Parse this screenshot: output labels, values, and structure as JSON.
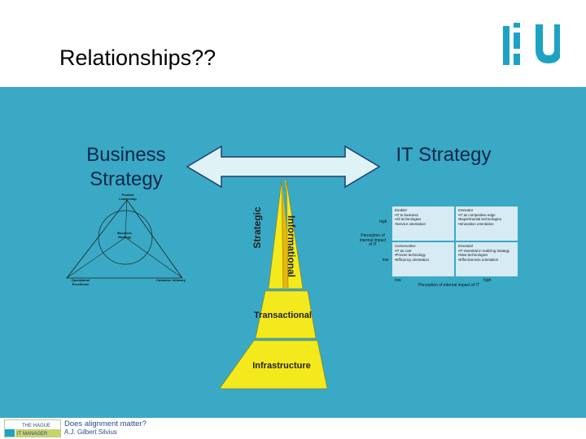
{
  "slide": {
    "title": "Relationships??",
    "business_label": "Business Strategy",
    "it_label": "IT Strategy",
    "pyramid": {
      "strategic": "Strategic",
      "informational": "Informational",
      "transactional": "Transactional",
      "infrastructure": "Infrastructure"
    },
    "triangle": {
      "top": "Product Leadership",
      "center": "Business Strategy",
      "left": "Operational Excellence",
      "right": "Customer Intimacy"
    },
    "matrix": {
      "cells": [
        {
          "title": "Enabler",
          "lines": [
            "•IT to business",
            "•All technologies",
            "•Service orientation"
          ]
        },
        {
          "title": "Innovator",
          "lines": [
            "•IT as competitive edge",
            "•Experimental technologies",
            "•Innovation orientation"
          ]
        },
        {
          "title": "Conservative",
          "lines": [
            "•IT as cost",
            "•Proven technology",
            "•Efficiency orientation"
          ]
        },
        {
          "title": "Essential",
          "lines": [
            "•IT essential in realizing strategy",
            "•New technologies",
            "•Effectiveness orientation"
          ]
        }
      ],
      "y_high": "high",
      "y_mid": "Perception of internal impact of IT",
      "y_low": "low",
      "x_low": "low",
      "x_high": "high",
      "x_axis": "Perception of internal impact of IT"
    },
    "footer": {
      "logo_top": "THE HAGUE",
      "logo_bottom": "IT MANAGER",
      "line1": "Does alignment matter?",
      "line2": "A.J. Gilbert Silvius"
    }
  },
  "colors": {
    "panel": "#39a9c5",
    "logo": "#1ca3c4",
    "arrow_fill": "#dff3f7",
    "pyramid_fill": "#f3e91c",
    "pyramid_band": "#e6b612",
    "text_dark": "#10264a"
  }
}
